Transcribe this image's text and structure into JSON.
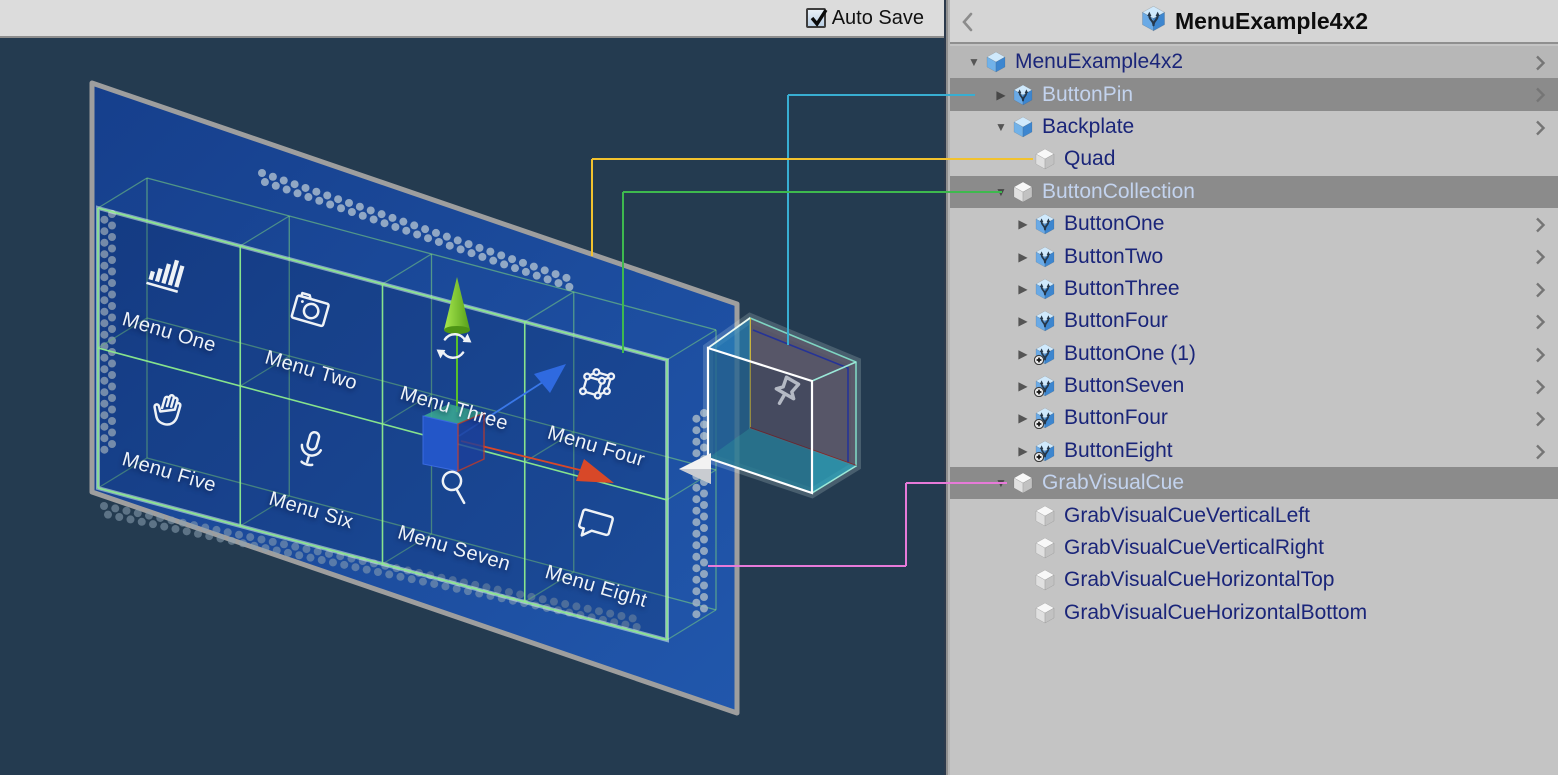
{
  "scene": {
    "auto_save_label": "Auto Save",
    "auto_save_checked": true,
    "menu_buttons": [
      {
        "label": "Menu One",
        "icon": "bar-chart-icon"
      },
      {
        "label": "Menu Two",
        "icon": "camera-icon"
      },
      {
        "label": "Menu Three",
        "icon": "refresh-icon"
      },
      {
        "label": "Menu Four",
        "icon": "cube-nodes-icon"
      },
      {
        "label": "Menu Five",
        "icon": "hand-icon"
      },
      {
        "label": "Menu Six",
        "icon": "microphone-icon"
      },
      {
        "label": "Menu Seven",
        "icon": "search-icon"
      },
      {
        "label": "Menu Eight",
        "icon": "speech-bubble-icon"
      }
    ],
    "colors": {
      "background": "#243b50",
      "backplate_top": "#163f8c",
      "backplate_bottom": "#2157ac",
      "wireframe": "#8dec8d",
      "gizmo_green": "#7edc2e",
      "gizmo_red": "#d84828",
      "gizmo_blue": "#2f6ae0",
      "gizmo_white": "#f2f2f2"
    }
  },
  "hierarchy": {
    "title": "MenuExample4x2",
    "items": [
      {
        "label": "MenuExample4x2",
        "depth": 0,
        "icon": "prefab-cube",
        "expand": "open",
        "selected": false,
        "nav": true
      },
      {
        "label": "ButtonPin",
        "depth": 1,
        "icon": "prefab-variant",
        "expand": "closed",
        "selected": true,
        "nav": true
      },
      {
        "label": "Backplate",
        "depth": 1,
        "icon": "prefab-cube",
        "expand": "open",
        "selected": false,
        "nav": true
      },
      {
        "label": "Quad",
        "depth": 2,
        "icon": "white-cube",
        "expand": "none",
        "selected": false,
        "nav": false
      },
      {
        "label": "ButtonCollection",
        "depth": 1,
        "icon": "white-cube",
        "expand": "open",
        "selected": true,
        "nav": false
      },
      {
        "label": "ButtonOne",
        "depth": 2,
        "icon": "prefab-variant",
        "expand": "closed",
        "selected": false,
        "nav": true
      },
      {
        "label": "ButtonTwo",
        "depth": 2,
        "icon": "prefab-variant",
        "expand": "closed",
        "selected": false,
        "nav": true
      },
      {
        "label": "ButtonThree",
        "depth": 2,
        "icon": "prefab-variant",
        "expand": "closed",
        "selected": false,
        "nav": true
      },
      {
        "label": "ButtonFour",
        "depth": 2,
        "icon": "prefab-variant",
        "expand": "closed",
        "selected": false,
        "nav": true
      },
      {
        "label": "ButtonOne (1)",
        "depth": 2,
        "icon": "prefab-variant-add",
        "expand": "closed",
        "selected": false,
        "nav": true
      },
      {
        "label": "ButtonSeven",
        "depth": 2,
        "icon": "prefab-variant-add",
        "expand": "closed",
        "selected": false,
        "nav": true
      },
      {
        "label": "ButtonFour",
        "depth": 2,
        "icon": "prefab-variant-add",
        "expand": "closed",
        "selected": false,
        "nav": true
      },
      {
        "label": "ButtonEight",
        "depth": 2,
        "icon": "prefab-variant-add",
        "expand": "closed",
        "selected": false,
        "nav": true
      },
      {
        "label": "GrabVisualCue",
        "depth": 1,
        "icon": "white-cube",
        "expand": "open",
        "selected": true,
        "nav": false
      },
      {
        "label": "GrabVisualCueVerticalLeft",
        "depth": 2,
        "icon": "white-cube",
        "expand": "none",
        "selected": false,
        "nav": false
      },
      {
        "label": "GrabVisualCueVerticalRight",
        "depth": 2,
        "icon": "white-cube",
        "expand": "none",
        "selected": false,
        "nav": false
      },
      {
        "label": "GrabVisualCueHorizontalTop",
        "depth": 2,
        "icon": "white-cube",
        "expand": "none",
        "selected": false,
        "nav": false
      },
      {
        "label": "GrabVisualCueHorizontalBottom",
        "depth": 2,
        "icon": "white-cube",
        "expand": "none",
        "selected": false,
        "nav": false
      }
    ]
  },
  "connections": [
    {
      "name": "cyan",
      "color": "#38aed2",
      "row": 1,
      "target": "ButtonPin"
    },
    {
      "name": "yellow",
      "color": "#f2c22e",
      "row": 3,
      "target": "Quad"
    },
    {
      "name": "green",
      "color": "#3eb94e",
      "row": 4,
      "target": "ButtonCollection"
    },
    {
      "name": "magenta",
      "color": "#e77ad9",
      "row": 13,
      "target": "GrabVisualCue"
    }
  ]
}
